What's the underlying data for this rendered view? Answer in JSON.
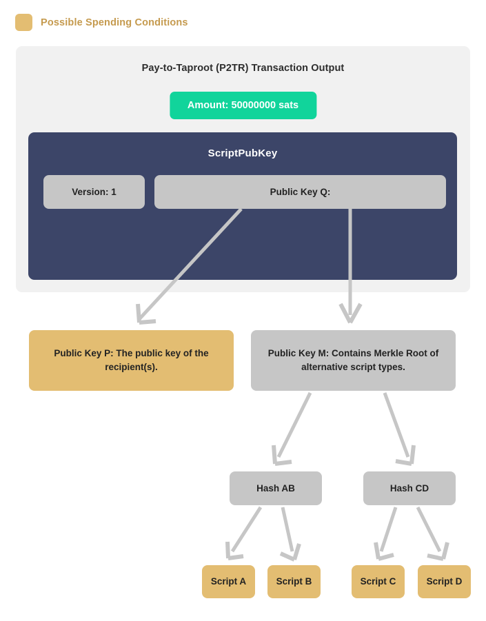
{
  "legend": {
    "swatch_color": "#e3bd72",
    "label": "Possible Spending Conditions",
    "label_color": "#c59a4e"
  },
  "transaction_panel": {
    "title": "Pay-to-Taproot (P2TR) Transaction Output",
    "panel_color": "#f1f1f1",
    "amount_badge": {
      "label": "Amount: 50000000 sats",
      "color": "#11d49b"
    },
    "scriptpubkey": {
      "title": "ScriptPubKey",
      "box_color": "#3c4568",
      "fields": [
        {
          "label": "Version: 1"
        },
        {
          "label": "Public Key Q:"
        }
      ]
    }
  },
  "flow": {
    "arrow_color": "#c6c6c6",
    "nodes": [
      {
        "id": "pubkey-p",
        "label": "Public Key P: The public key of the recipient(s).",
        "style": "tan"
      },
      {
        "id": "pubkey-m",
        "label": "Public Key M: Contains Merkle Root of alternative script types.",
        "style": "gray"
      },
      {
        "id": "hash-ab",
        "label": "Hash AB",
        "style": "gray"
      },
      {
        "id": "hash-cd",
        "label": "Hash CD",
        "style": "gray"
      },
      {
        "id": "script-a",
        "label": "Script A",
        "style": "tan"
      },
      {
        "id": "script-b",
        "label": "Script B",
        "style": "tan"
      },
      {
        "id": "script-c",
        "label": "Script C",
        "style": "tan"
      },
      {
        "id": "script-d",
        "label": "Script D",
        "style": "tan"
      }
    ],
    "edges": [
      {
        "from": "public-key-q",
        "to": "pubkey-p"
      },
      {
        "from": "public-key-q",
        "to": "pubkey-m"
      },
      {
        "from": "pubkey-m",
        "to": "hash-ab"
      },
      {
        "from": "pubkey-m",
        "to": "hash-cd"
      },
      {
        "from": "hash-ab",
        "to": "script-a"
      },
      {
        "from": "hash-ab",
        "to": "script-b"
      },
      {
        "from": "hash-cd",
        "to": "script-c"
      },
      {
        "from": "hash-cd",
        "to": "script-d"
      }
    ]
  }
}
